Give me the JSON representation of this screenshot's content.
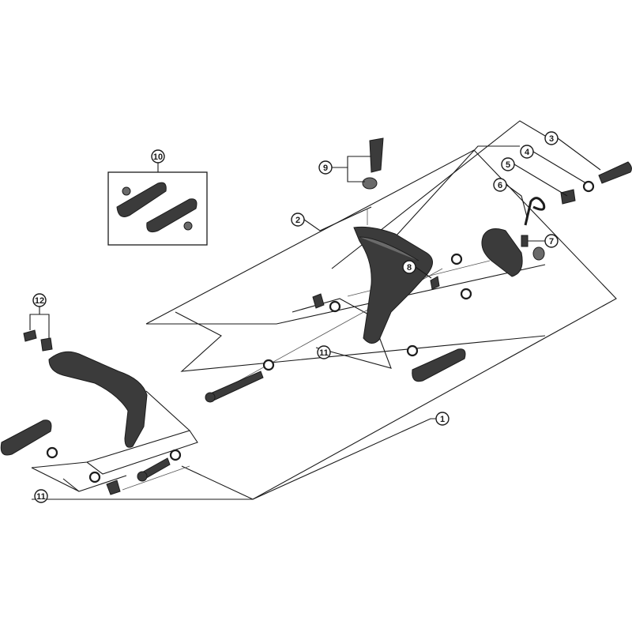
{
  "callouts": [
    {
      "id": "c1",
      "label": "1"
    },
    {
      "id": "c2",
      "label": "2"
    },
    {
      "id": "c3",
      "label": "3"
    },
    {
      "id": "c4",
      "label": "4"
    },
    {
      "id": "c5",
      "label": "5"
    },
    {
      "id": "c6",
      "label": "6"
    },
    {
      "id": "c7",
      "label": "7"
    },
    {
      "id": "c8",
      "label": "8"
    },
    {
      "id": "c9",
      "label": "9"
    },
    {
      "id": "c10",
      "label": "10"
    },
    {
      "id": "c11a",
      "label": "11"
    },
    {
      "id": "c11b",
      "label": "11"
    },
    {
      "id": "c12",
      "label": "12"
    }
  ],
  "colors": {
    "ink": "#1a1a1a",
    "part": "#3b3b3b",
    "background": "#ffffff"
  }
}
